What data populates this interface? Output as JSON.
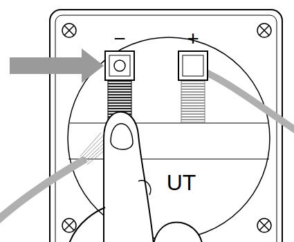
{
  "diagram": {
    "labels": [
      "−",
      "+",
      "UT"
    ]
  }
}
